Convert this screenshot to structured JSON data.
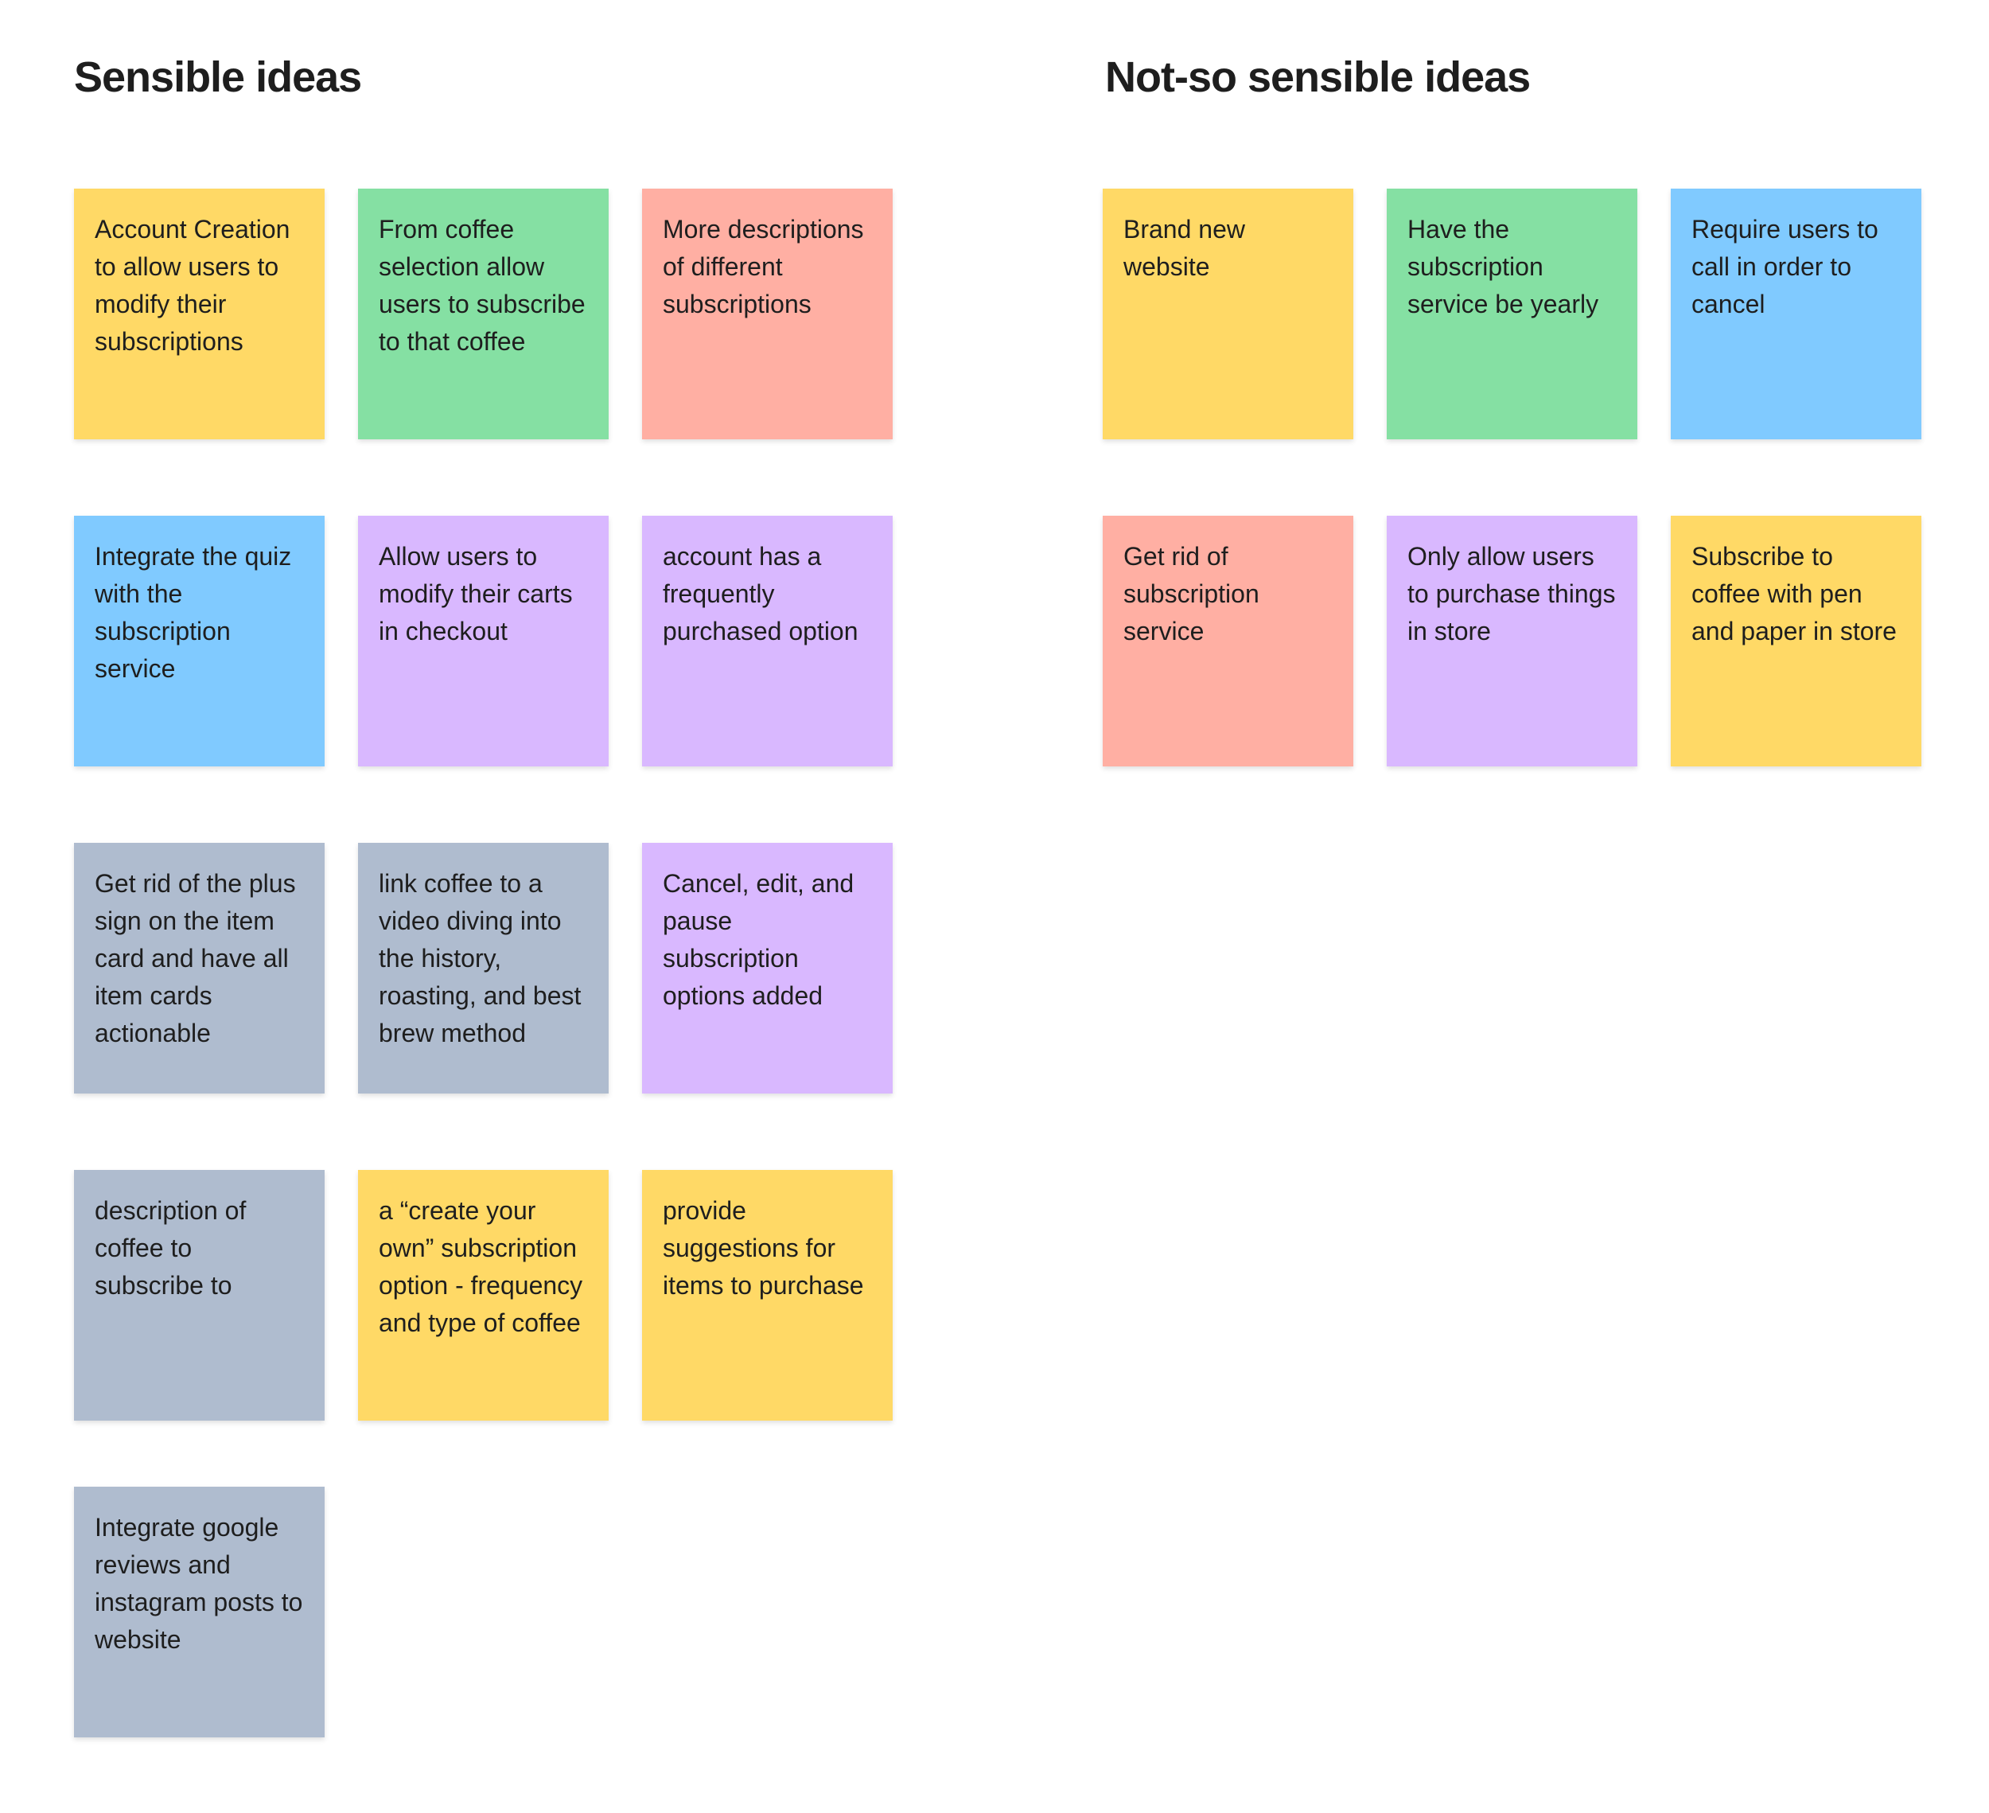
{
  "left_section": {
    "title": "Sensible ideas",
    "notes": [
      {
        "text": "Account Creation to allow users to modify their subscriptions",
        "color": "#ffd966"
      },
      {
        "text": "From coffee selection allow users to subscribe to that coffee",
        "color": "#85e0a3"
      },
      {
        "text": "More descriptions of different subscriptions",
        "color": "#ffafa3"
      },
      {
        "text": "Integrate the quiz with the subscription service",
        "color": "#80caff"
      },
      {
        "text": "Allow users to modify their carts in checkout",
        "color": "#d9b8ff"
      },
      {
        "text": "account has a frequently purchased option",
        "color": "#d9b8ff"
      },
      {
        "text": "Get rid of the plus sign on the item card and have all item cards actionable",
        "color": "#afbccf"
      },
      {
        "text": "link coffee to a video diving into the history, roasting, and best brew method",
        "color": "#afbccf"
      },
      {
        "text": "Cancel, edit, and pause subscription options added",
        "color": "#d9b8ff"
      },
      {
        "text": "description of coffee to subscribe to",
        "color": "#afbccf"
      },
      {
        "text": "a “create your own” subscription option - frequency and type of coffee",
        "color": "#ffd966"
      },
      {
        "text": "provide suggestions for items to purchase",
        "color": "#ffd966"
      },
      {
        "text": "Integrate google reviews and instagram posts to website",
        "color": "#afbccf"
      }
    ]
  },
  "right_section": {
    "title": "Not-so sensible ideas",
    "notes": [
      {
        "text": "Brand new website",
        "color": "#ffd966"
      },
      {
        "text": "Have the subscription service be yearly",
        "color": "#85e0a3"
      },
      {
        "text": "Require users to call in order to cancel",
        "color": "#80caff"
      },
      {
        "text": "Get rid of subscription service",
        "color": "#ffafa3"
      },
      {
        "text": "Only allow users to purchase things in store",
        "color": "#d9b8ff"
      },
      {
        "text": "Subscribe to coffee with pen and paper in store",
        "color": "#ffd966"
      }
    ]
  }
}
